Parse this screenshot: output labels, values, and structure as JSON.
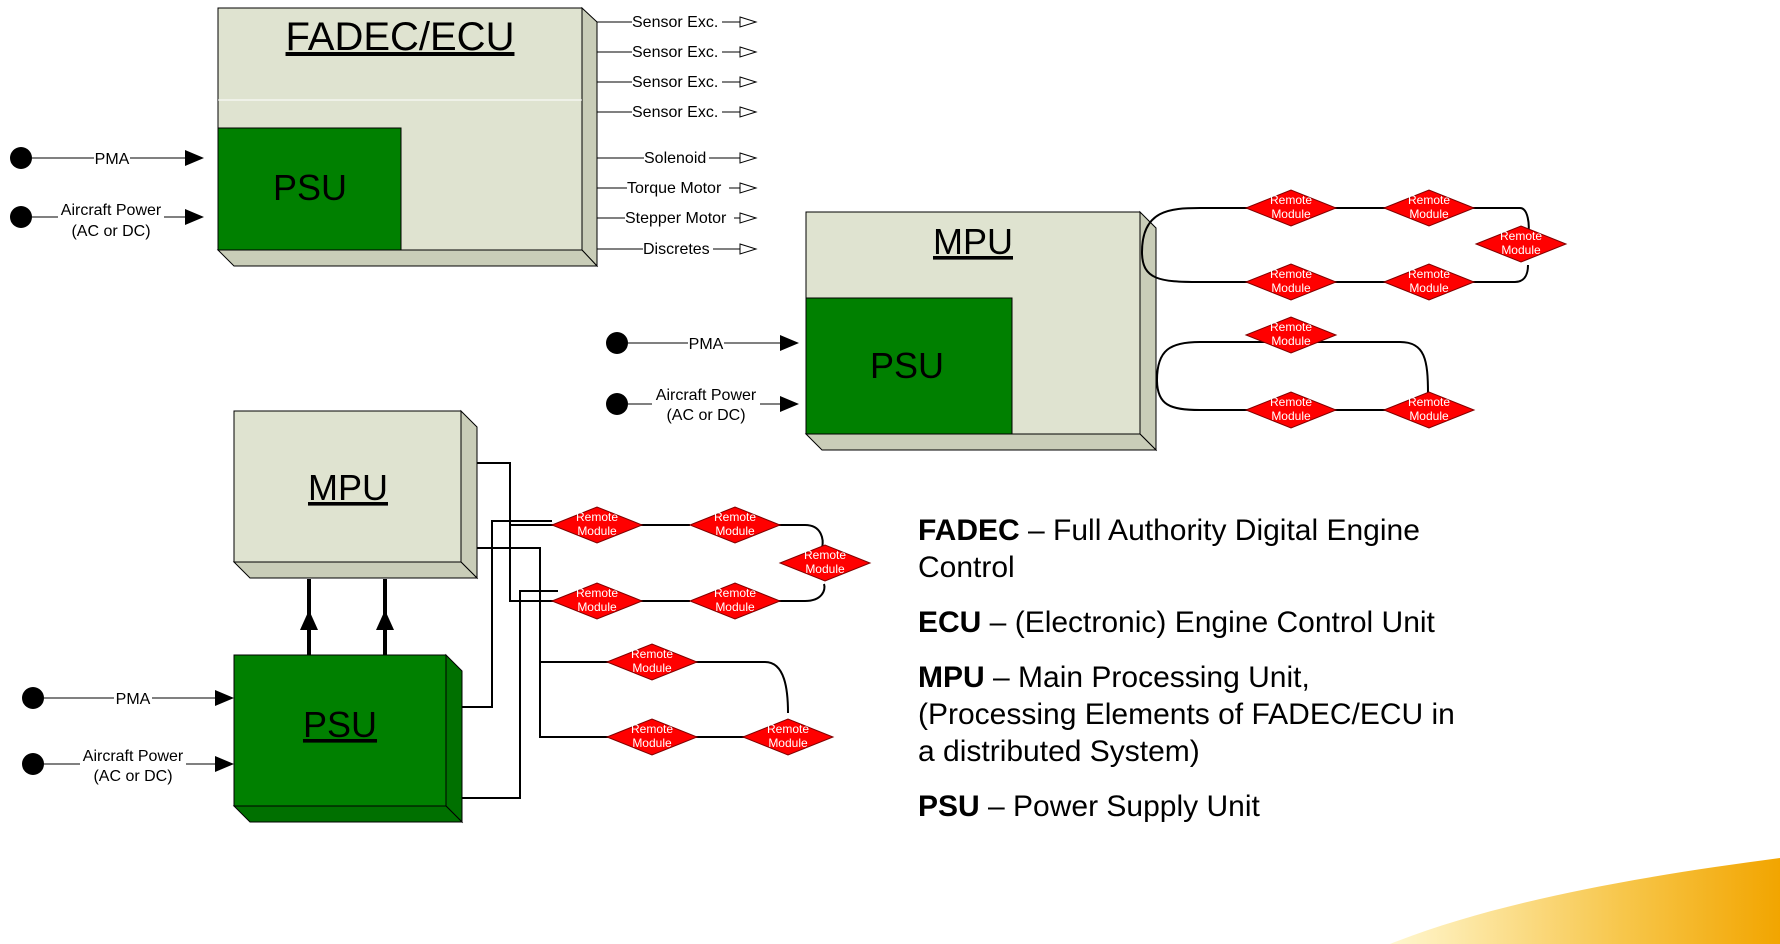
{
  "fadec_block": {
    "title": "FADEC/ECU",
    "psu_label": "PSU",
    "inputs": [
      {
        "label": "PMA"
      },
      {
        "label_line1": "Aircraft Power",
        "label_line2": "(AC or DC)"
      }
    ],
    "outputs": [
      "Sensor Exc.",
      "Sensor Exc.",
      "Sensor Exc.",
      "Sensor Exc.",
      "Solenoid",
      "Torque Motor",
      "Stepper Motor",
      "Discretes"
    ]
  },
  "mpu_right": {
    "title": "MPU",
    "psu_label": "PSU",
    "inputs": [
      {
        "label": "PMA"
      },
      {
        "label_line1": "Aircraft Power",
        "label_line2": "(AC or DC)"
      }
    ]
  },
  "mpu_left": {
    "title": "MPU",
    "psu_label": "PSU",
    "inputs": [
      {
        "label": "PMA"
      },
      {
        "label_line1": "Aircraft Power",
        "label_line2": "(AC or DC)"
      }
    ]
  },
  "remote_module": {
    "line1": "Remote",
    "line2": "Module"
  },
  "legend": [
    {
      "term": "FADEC",
      "definition": " – Full Authority Digital Engine Control"
    },
    {
      "term": "ECU",
      "definition": " – (Electronic) Engine Control Unit"
    },
    {
      "term": "MPU",
      "definition": " – Main Processing Unit, (Processing Elements of FADEC/ECU in a distributed System)"
    },
    {
      "term": "PSU",
      "definition": " – Power Supply Unit"
    }
  ],
  "colors": {
    "box_face": "#dfe3d0",
    "box_side": "#c9cdb8",
    "psu_green": "#008000",
    "remote_red": "#ff0000",
    "corner_accent": "#f2a500"
  }
}
